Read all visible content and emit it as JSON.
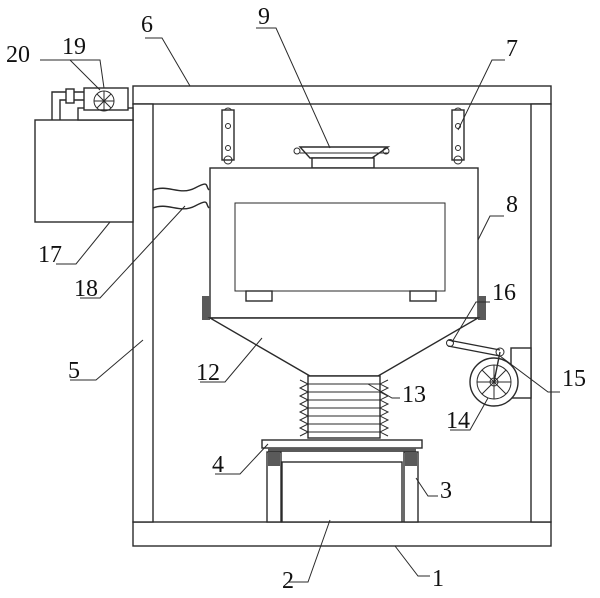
{
  "labels": {
    "l1": "1",
    "l2": "2",
    "l3": "3",
    "l4": "4",
    "l5": "5",
    "l6": "6",
    "l7": "7",
    "l8": "8",
    "l9": "9",
    "l12": "12",
    "l13": "13",
    "l14": "14",
    "l15": "15",
    "l16": "16",
    "l17": "17",
    "l18": "18",
    "l19": "19",
    "l20": "20"
  },
  "colors": {
    "line": "#2a2a2a",
    "text": "#111111",
    "background": "#ffffff"
  }
}
